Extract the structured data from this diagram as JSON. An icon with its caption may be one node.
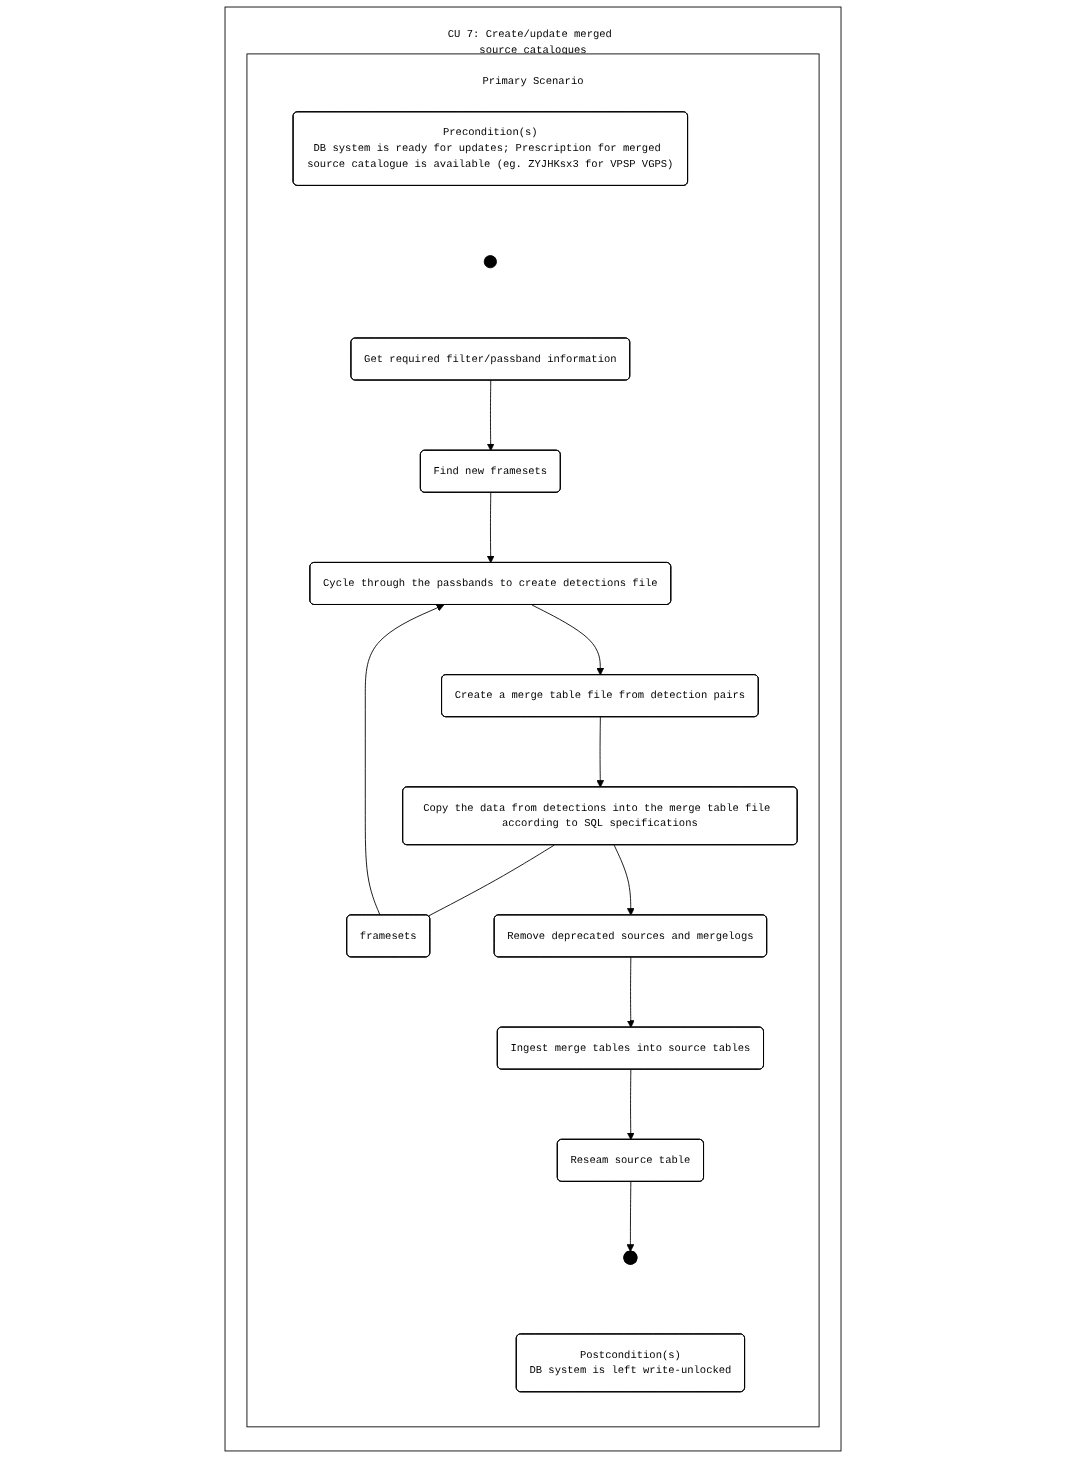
{
  "diagram": {
    "nodes": [
      {
        "text": [
          "CU 7: Create/update merged source catalogues"
        ]
      },
      {
        "text": [
          "Primary Scenario"
        ],
        "in": 0
      },
      {
        "text": [
          "Precondition(s)",
          "DB system is ready for updates; Prescription for merged source catalogue is available (eg. ZYJHKsx3 for VPSP VGPS)"
        ],
        "in": 1
      },
      {
        "text": [],
        "shape": "circle",
        "in": 1
      },
      {
        "text": [
          "Get required filter/passband information"
        ],
        "in": 1
      },
      {
        "text": [
          "Find new framesets"
        ],
        "in": 1
      },
      {
        "text": [
          "framesets"
        ],
        "in": 1
      },
      {
        "text": [
          "Cycle through the passbands to create detections file"
        ],
        "in": 1
      },
      {
        "text": [
          "Create a merge table file from detection pairs"
        ],
        "in": 1
      },
      {
        "text": [
          "Copy the data from detections into the merge table file according to SQL specifications"
        ],
        "in": 1
      },
      {
        "text": [
          "Remove deprecated sources and mergelogs"
        ],
        "in": 1
      },
      {
        "text": [
          "Ingest merge tables into source tables"
        ],
        "in": 1
      },
      {
        "text": [
          "Reseam source table"
        ],
        "in": 1
      },
      {
        "text": [],
        "shape": "bullseye",
        "in": 1
      },
      {
        "text": [
          "Postcondition(s)",
          "DB system is left write-unlocked"
        ],
        "in": 1
      }
    ],
    "edges": [
      {
        "from": 4,
        "to": 5,
        "arrow": "to"
      },
      {
        "from": 5,
        "to": 7,
        "arrow": "to"
      },
      {
        "from": 6,
        "to": 7,
        "arrow": "to"
      },
      {
        "from": 7,
        "to": 8,
        "arrow": "to"
      },
      {
        "from": 8,
        "to": 9,
        "arrow": "to"
      },
      {
        "from": 9,
        "to": 6,
        "arrow": "none"
      },
      {
        "from": 9,
        "to": 10,
        "arrow": "to"
      },
      {
        "from": 10,
        "to": 11,
        "arrow": "to"
      },
      {
        "from": 11,
        "to": 12,
        "arrow": "to"
      },
      {
        "from": 12,
        "to": 13,
        "arrow": "to"
      }
    ]
  }
}
